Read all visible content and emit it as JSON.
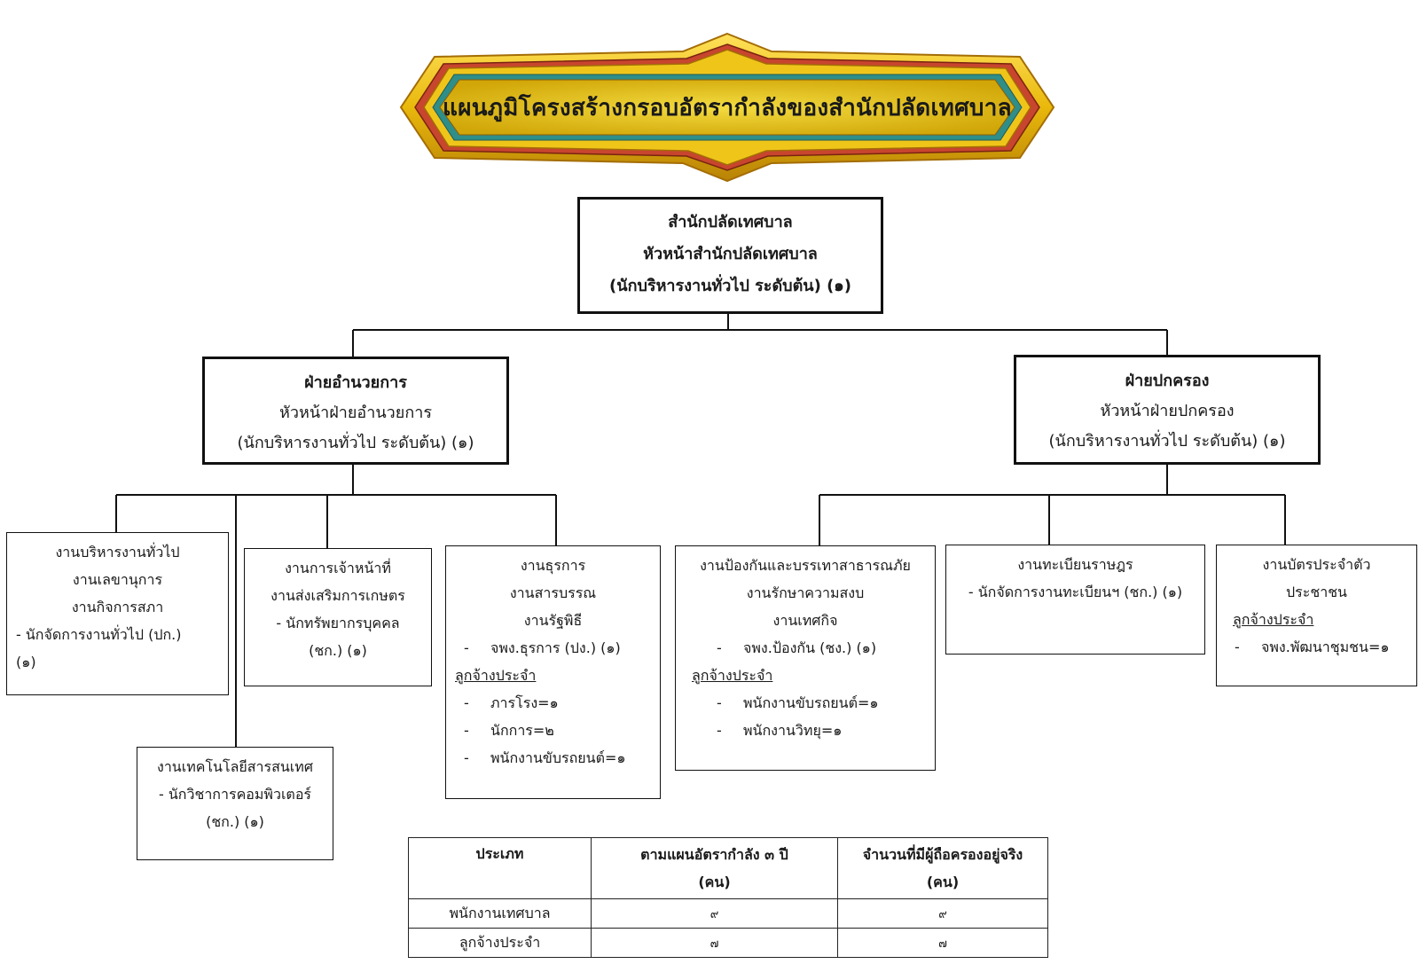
{
  "title": "แผนภูมิโครงสร้างกรอบอัตรากำลังของสำนักปลัดเทศบาล",
  "top": {
    "line1": "สำนักปลัดเทศบาล",
    "line2": "หัวหน้าสำนักปลัดเทศบาล",
    "line3": "(นักบริหารงานทั่วไป ระดับต้น) (๑)"
  },
  "left_division": {
    "name": "ฝ่ายอำนวยการ",
    "head": "หัวหน้าฝ่ายอำนวยการ",
    "position": "(นักบริหารงานทั่วไป ระดับต้น) (๑)"
  },
  "right_division": {
    "name": "ฝ่ายปกครอง",
    "head": "หัวหน้าฝ่ายปกครอง",
    "position": "(นักบริหารงานทั่วไป ระดับต้น) (๑)"
  },
  "units": {
    "general": {
      "lines": [
        "งานบริหารงานทั่วไป",
        "งานเลขานุการ",
        "งานกิจการสภา"
      ],
      "staff1": "- นักจัดการงานทั่วไป (ปก.)",
      "staff2": "(๑)"
    },
    "it": {
      "line1": "งานเทคโนโลยีสารสนเทศ",
      "staff1": "- นักวิชาการคอมพิวเตอร์",
      "staff2": "(ชก.) (๑)"
    },
    "hr": {
      "line1": "งานการเจ้าหน้าที่",
      "line2": "งานส่งเสริมการเกษตร",
      "staff1": "- นักทรัพยากรบุคคล",
      "staff2": "(ชก.) (๑)"
    },
    "admin": {
      "lines": [
        "งานธุรการ",
        "งานสารบรรณ",
        "งานรัฐพิธี"
      ],
      "staff": "จพง.ธุรการ (ปง.) (๑)",
      "employee_header": "ลูกจ้างประจำ",
      "employees": [
        "ภารโรง=๑",
        "นักการ=๒",
        "พนักงานขับรถยนต์=๑"
      ]
    },
    "disaster": {
      "lines": [
        "งานป้องกันและบรรเทาสาธารณภัย",
        "งานรักษาความสงบ",
        "งานเทศกิจ"
      ],
      "staff": "จพง.ป้องกัน (ชง.) (๑)",
      "employee_header": "ลูกจ้างประจำ",
      "employees": [
        "พนักงานขับรถยนต์=๑",
        "พนักงานวิทยุ=๑"
      ]
    },
    "registry": {
      "line1": "งานทะเบียนราษฎร",
      "staff": "- นักจัดการงานทะเบียนฯ (ชก.) (๑)"
    },
    "idcard": {
      "line1": "งานบัตรประจำตัว",
      "line2": "ประชาชน",
      "employee_header": "ลูกจ้างประจำ",
      "employee": "จพง.พัฒนาชุมชน=๑"
    }
  },
  "table": {
    "headers": [
      "ประเภท",
      "ตามแผนอัตรากำลัง ๓ ปี",
      "จำนวนที่มีผู้ถือครองอยู่จริง"
    ],
    "header_unit": "(คน)",
    "rows": [
      [
        "พนักงานเทศบาล",
        "๙",
        "๙"
      ],
      [
        "ลูกจ้างประจำ",
        "๗",
        "๗"
      ]
    ]
  }
}
